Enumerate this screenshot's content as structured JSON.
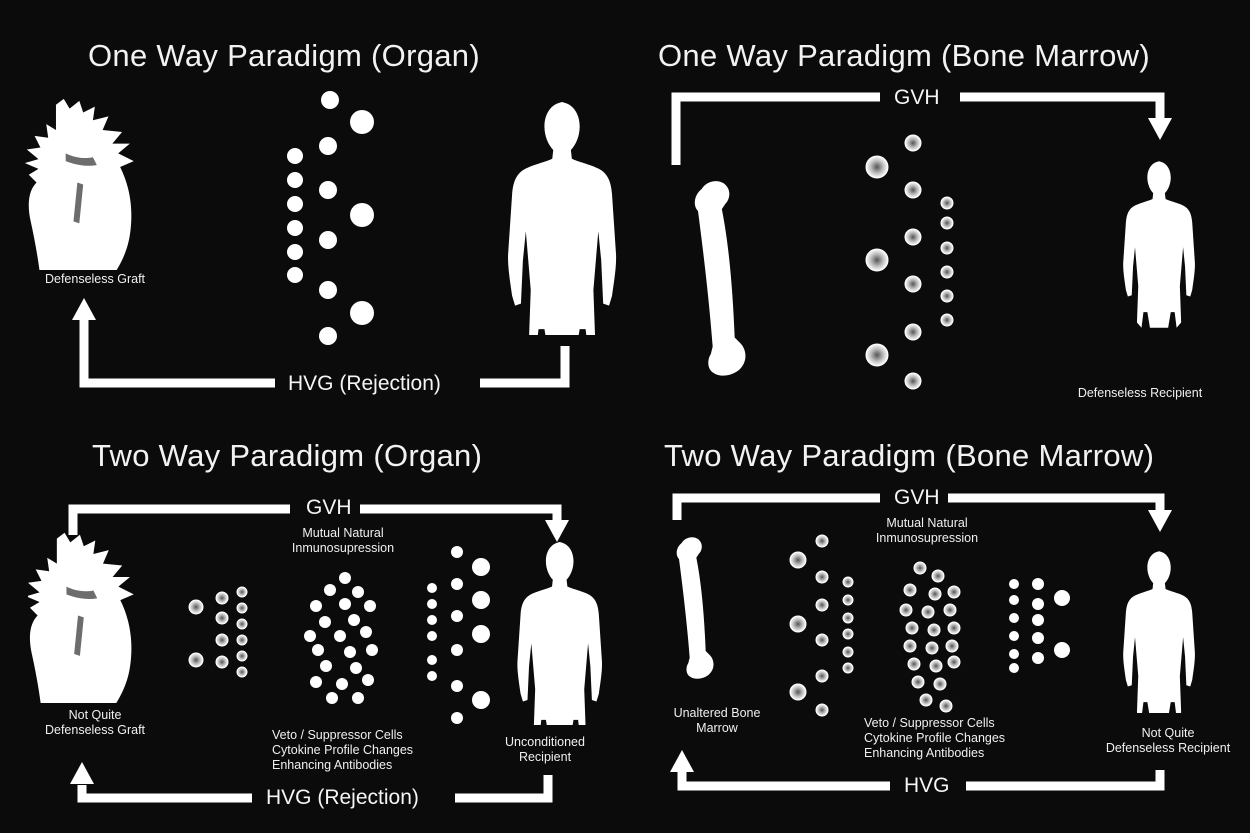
{
  "colors": {
    "background": "#0b0b0b",
    "foreground": "#ffffff"
  },
  "panels": {
    "one_way_organ": {
      "title": "One Way Paradigm (Organ)",
      "graft_label": "Defenseless Graft",
      "arrow_label": "HVG (Rejection)",
      "icons": [
        "heart-icon",
        "human-figure-icon"
      ]
    },
    "one_way_marrow": {
      "title": "One Way Paradigm (Bone Marrow)",
      "arrow_label": "GVH",
      "recipient_label": "Defenseless Recipient",
      "icons": [
        "bone-icon",
        "human-figure-icon"
      ]
    },
    "two_way_organ": {
      "title": "Two Way Paradigm (Organ)",
      "top_arrow_label": "GVH",
      "mutual_label": "Mutual Natural\nInmunosupression",
      "graft_label": "Not Quite\nDefenseless Graft",
      "mechanisms_label": "Veto / Suppressor Cells\nCytokine Profile Changes\nEnhancing Antibodies",
      "recipient_label": "Unconditioned\nRecipient",
      "bottom_arrow_label": "HVG (Rejection)",
      "icons": [
        "heart-icon",
        "human-figure-icon"
      ]
    },
    "two_way_marrow": {
      "title": "Two Way Paradigm (Bone Marrow)",
      "top_arrow_label": "GVH",
      "mutual_label": "Mutual Natural\nInmunosupression",
      "marrow_label": "Unaltered Bone\nMarrow",
      "mechanisms_label": "Veto / Suppressor Cells\nCytokine Profile Changes\nEnhancing Antibodies",
      "recipient_label": "Not Quite\nDefenseless Recipient",
      "bottom_arrow_label": "HVG",
      "icons": [
        "bone-icon",
        "human-figure-icon"
      ]
    }
  }
}
